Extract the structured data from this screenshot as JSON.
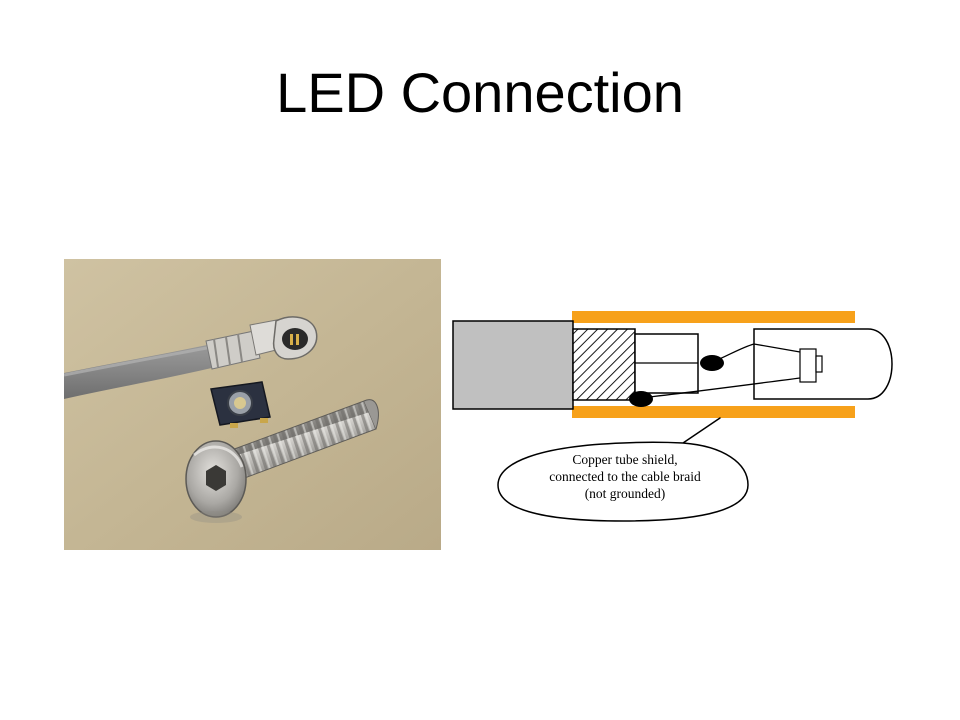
{
  "slide": {
    "title": "LED Connection"
  },
  "diagram": {
    "callout_lines": [
      "Copper tube shield,",
      "connected to the cable braid",
      "(not grounded)"
    ],
    "colors": {
      "shield": "#f7a11a",
      "cable_jacket": "#c0c0c0",
      "outline": "#000000"
    }
  },
  "icons": {
    "photo": "cable-connector-led-screw-photo"
  }
}
